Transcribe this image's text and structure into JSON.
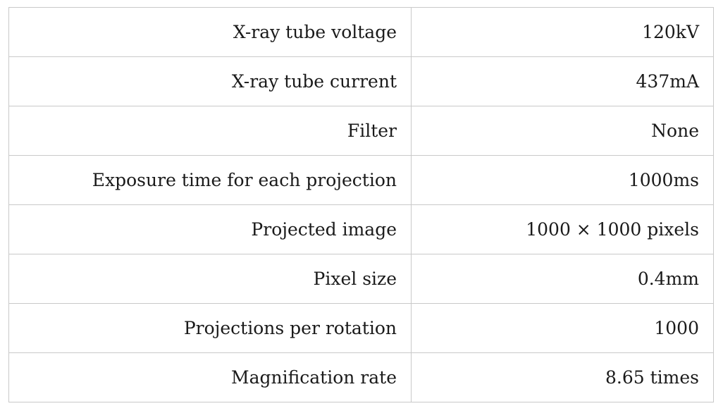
{
  "table": {
    "rows": [
      {
        "parameter": "X-ray tube voltage",
        "value": "120kV"
      },
      {
        "parameter": "X-ray tube current",
        "value": "437mA"
      },
      {
        "parameter": "Filter",
        "value": "None"
      },
      {
        "parameter": "Exposure time for each projection",
        "value": "1000ms"
      },
      {
        "parameter": "Projected image",
        "value": "1000 × 1000 pixels"
      },
      {
        "parameter": "Pixel size",
        "value": "0.4mm"
      },
      {
        "parameter": "Projections per rotation",
        "value": "1000"
      },
      {
        "parameter": "Magnification rate",
        "value": "8.65 times"
      }
    ]
  }
}
